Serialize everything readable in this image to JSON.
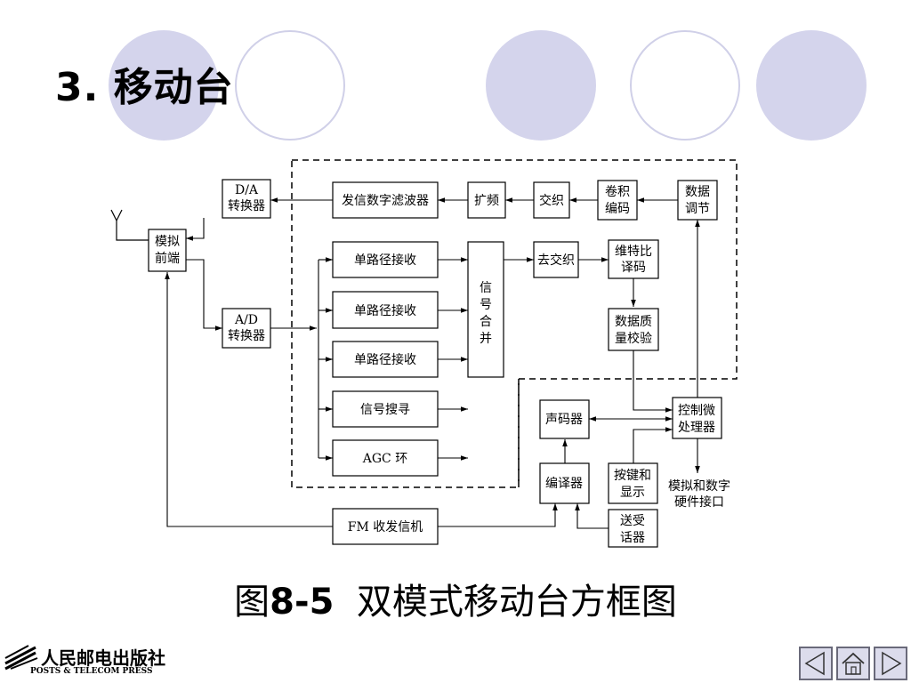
{
  "slide": {
    "title": "3.  移动台",
    "caption_prefix": "图",
    "caption_number": "8-5",
    "caption_text": "双模式移动台方框图"
  },
  "diagram": {
    "blocks": {
      "da": [
        "D/A",
        "转换器"
      ],
      "analog_front": [
        "模拟",
        "前端"
      ],
      "ad": [
        "A/D",
        "转换器"
      ],
      "tx_filter": [
        "发信数字滤波器"
      ],
      "spread": [
        "扩频"
      ],
      "interleave": [
        "交织"
      ],
      "conv_code": [
        "卷积",
        "编码"
      ],
      "data_adjust": [
        "数据",
        "调节"
      ],
      "rake1": [
        "单路径接收"
      ],
      "rake2": [
        "单路径接收"
      ],
      "rake3": [
        "单路径接收"
      ],
      "signal_merge": [
        "信",
        "号",
        "合",
        "并"
      ],
      "deinterleave": [
        "去交织"
      ],
      "viterbi": [
        "维特比",
        "译码"
      ],
      "quality": [
        "数据质",
        "量校验"
      ],
      "search": [
        "信号搜寻"
      ],
      "agc": [
        "AGC 环"
      ],
      "vocoder": [
        "声码器"
      ],
      "controller": [
        "控制微",
        "处理器"
      ],
      "codec": [
        "编译器"
      ],
      "keypad": [
        "按键和",
        "显示"
      ],
      "handset": [
        "送受",
        "话器"
      ],
      "fm": [
        "FM 收发信机"
      ],
      "iface": [
        "模拟和数字",
        "硬件接口"
      ]
    }
  },
  "publisher": {
    "name_cn": "人民邮电出版社",
    "name_en": "POSTS & TELECOM PRESS"
  },
  "nav": {
    "prev": "previous-slide",
    "home": "home",
    "next": "next-slide"
  },
  "colors": {
    "deco_fill": "#d4d4ec",
    "deco_ring": "#d0d0e8",
    "nav_fill": "#dcdcec"
  }
}
